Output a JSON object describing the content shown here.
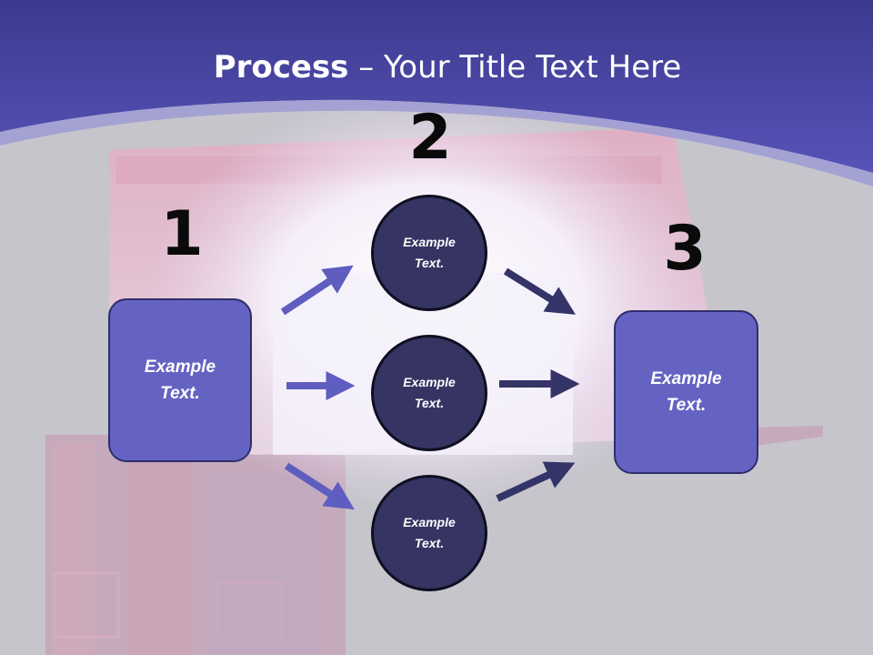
{
  "title": {
    "bold": "Process",
    "rest": " – Your Title Text Here"
  },
  "steps": [
    {
      "number": "1"
    },
    {
      "number": "2"
    },
    {
      "number": "3"
    }
  ],
  "boxes": {
    "left": "Example Text.",
    "right": "Example Text."
  },
  "circles": [
    {
      "text": "Example Text."
    },
    {
      "text": "Example Text."
    },
    {
      "text": "Example Text."
    }
  ],
  "colors": {
    "header": "#4f4db0",
    "background": "#c6c5cc",
    "box_fill": "#6563c2",
    "circle_fill": "#353462",
    "arrow_left": "#5f5dbf",
    "arrow_right": "#353468"
  }
}
